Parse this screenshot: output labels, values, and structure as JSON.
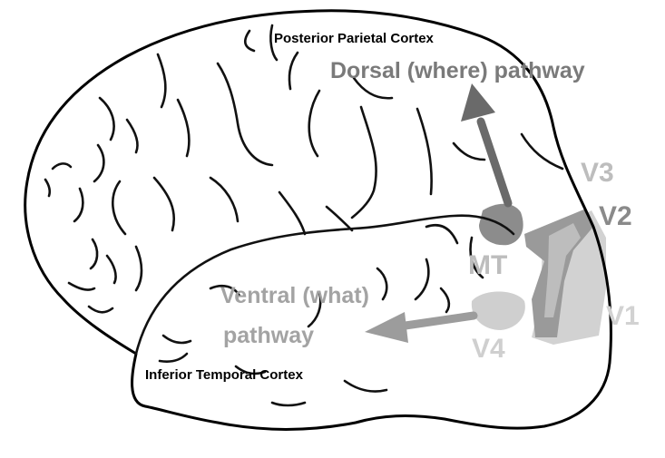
{
  "labels": {
    "posterior_parietal": "Posterior Parietal Cortex",
    "dorsal": "Dorsal (where) pathway",
    "v3": "V3",
    "v2": "V2",
    "mt": "MT",
    "ventral_line1": "Ventral (what)",
    "ventral_line2": "pathway",
    "v1": "V1",
    "v4": "V4",
    "inferior_temporal": "Inferior Temporal Cortex"
  },
  "colors": {
    "outline": "#000000",
    "dorsal_text": "#7a7a7a",
    "ventral_text": "#a3a3a3",
    "v1": "#d2d2d2",
    "v2": "#9a9a9a",
    "v3": "#bdbdbd",
    "mt": "#8c8c8c",
    "v4": "#cfcfcf",
    "dorsal_arrow": "#6a6a6a",
    "ventral_arrow": "#9c9c9c"
  }
}
